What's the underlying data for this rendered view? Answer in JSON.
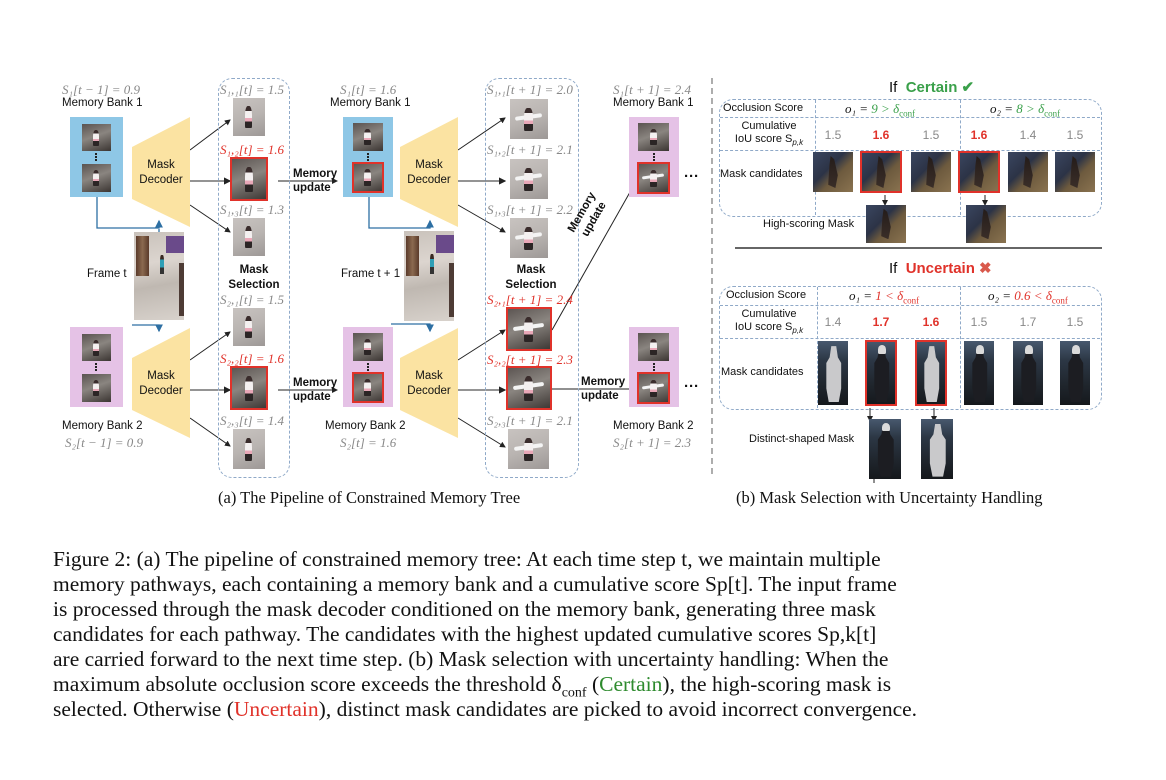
{
  "figure": {
    "pipeline": {
      "subcaption": "(a) The Pipeline of Constrained Memory Tree",
      "step_t_minus_1": {
        "bank1_score": "S₁[t − 1] = 0.9",
        "bank1_label": "Memory Bank 1",
        "bank2_label": "Memory Bank 2",
        "bank2_score": "S₂[t − 1] = 0.9"
      },
      "decoder_label_line1": "Mask",
      "decoder_label_line2": "Decoder",
      "frame_t_label": "Frame t",
      "frame_t1_label": "Frame t + 1",
      "mask_selection_line1": "Mask",
      "mask_selection_line2": "Selection",
      "memory_update_line1": "Memory",
      "memory_update_line2": "update",
      "selection_t": {
        "path1": [
          {
            "label": "S₁,₁[t] = 1.5",
            "selected": false
          },
          {
            "label": "S₁,₂[t] = 1.6",
            "selected": true
          },
          {
            "label": "S₁,₃[t] = 1.3",
            "selected": false
          }
        ],
        "path2": [
          {
            "label": "S₂,₁[t] = 1.5",
            "selected": false
          },
          {
            "label": "S₂,₂[t] = 1.6",
            "selected": true
          },
          {
            "label": "S₂,₃[t] = 1.4",
            "selected": false
          }
        ]
      },
      "step_t": {
        "bank1_score": "S₁[t] = 1.6",
        "bank1_label": "Memory Bank 1",
        "bank2_label": "Memory Bank 2",
        "bank2_score": "S₂[t] = 1.6"
      },
      "selection_t1": {
        "path1": [
          {
            "label": "S₁,₁[t + 1] = 2.0",
            "selected": false
          },
          {
            "label": "S₁,₂[t + 1] = 2.1",
            "selected": false
          },
          {
            "label": "S₁,₃[t + 1] = 2.2",
            "selected": false
          }
        ],
        "path2": [
          {
            "label": "S₂,₁[t + 1] = 2.4",
            "selected": true
          },
          {
            "label": "S₂,₂[t + 1] = 2.3",
            "selected": true
          },
          {
            "label": "S₂,₃[t + 1] = 2.1",
            "selected": false
          }
        ]
      },
      "step_t1": {
        "bank1_score": "S₁[t + 1] = 2.4",
        "bank1_label": "Memory Bank 1",
        "bank2_label": "Memory Bank 2",
        "bank2_score": "S₂[t + 1] = 2.3"
      },
      "ellipsis": "···"
    },
    "uncertainty": {
      "subcaption": "(b) Mask Selection with Uncertainty Handling",
      "row_labels": {
        "occlusion": "Occlusion Score",
        "cumulative_line1": "Cumulative",
        "cumulative_line2": "IoU score S",
        "cumulative_sub": "p,k",
        "candidates": "Mask candidates"
      },
      "certain": {
        "if_label": "If",
        "status": "Certain",
        "status_icon": "check-icon",
        "status_color": "#3aa04a",
        "o1_prefix": "o₁ = ",
        "o1_value": "9 > δ",
        "o1_sub": "conf",
        "o2_prefix": "o₂ = ",
        "o2_value": "8 > δ",
        "o2_sub": "conf",
        "scores": [
          {
            "value": "1.5",
            "selected": false
          },
          {
            "value": "1.6",
            "selected": true
          },
          {
            "value": "1.5",
            "selected": false
          },
          {
            "value": "1.6",
            "selected": true
          },
          {
            "value": "1.4",
            "selected": false
          },
          {
            "value": "1.5",
            "selected": false
          }
        ],
        "result_label": "High-scoring Mask"
      },
      "uncertain": {
        "if_label": "If",
        "status": "Uncertain",
        "status_icon": "cross-icon",
        "status_color": "#e0322a",
        "o1_prefix": "o₁ = ",
        "o1_value": "1 < δ",
        "o1_sub": "conf",
        "o2_prefix": "o₂ = ",
        "o2_value": "0.6 < δ",
        "o2_sub": "conf",
        "scores": [
          {
            "value": "1.4",
            "selected": false
          },
          {
            "value": "1.7",
            "selected": true
          },
          {
            "value": "1.6",
            "selected": true
          },
          {
            "value": "1.5",
            "selected": false
          },
          {
            "value": "1.7",
            "selected": false
          },
          {
            "value": "1.5",
            "selected": false
          }
        ],
        "result_label": "Distinct-shaped Mask"
      }
    }
  },
  "caption": {
    "lines": [
      "Figure 2: (a) The pipeline of constrained memory tree: At each time step t, we maintain multiple",
      "memory pathways, each containing a memory bank and a cumulative score Sp[t]. The input frame",
      "is processed through the mask decoder conditioned on the memory bank, generating three mask",
      "candidates for each pathway.  The candidates with the highest updated cumulative scores Sp,k[t]",
      "are carried forward to the next time step. (b) Mask selection with uncertainty handling: When the"
    ],
    "line6_a": "maximum absolute occlusion score exceeds the threshold δ",
    "line6_sub": "conf",
    "line6_b": " (",
    "line6_certain": "Certain",
    "line6_c": "), the high-scoring mask is",
    "line7_a": "selected. Otherwise (",
    "line7_uncertain": "Uncertain",
    "line7_b": "), distinct mask candidates are picked to avoid incorrect convergence.",
    "certain_color": "#2e8b2e",
    "uncertain_color": "#e0322a"
  }
}
